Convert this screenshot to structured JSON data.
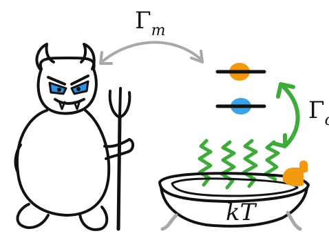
{
  "labels": {
    "gamma_m": {
      "symbol": "Γ",
      "sub": "m"
    },
    "gamma_c": {
      "symbol": "Γ",
      "sub": "c"
    },
    "bath_temperature": "kT"
  },
  "colors": {
    "ink": "#111111",
    "arrow_gray": "#a8a8a8",
    "upper_level_dot": "#f29a0f",
    "lower_level_dot": "#3aa2e8",
    "heat_waves": "#3daa3a",
    "faucet": "#f29a0f",
    "devil_eyes": "#2f8fe0",
    "bathtub_legs": "#a8a8a8"
  }
}
